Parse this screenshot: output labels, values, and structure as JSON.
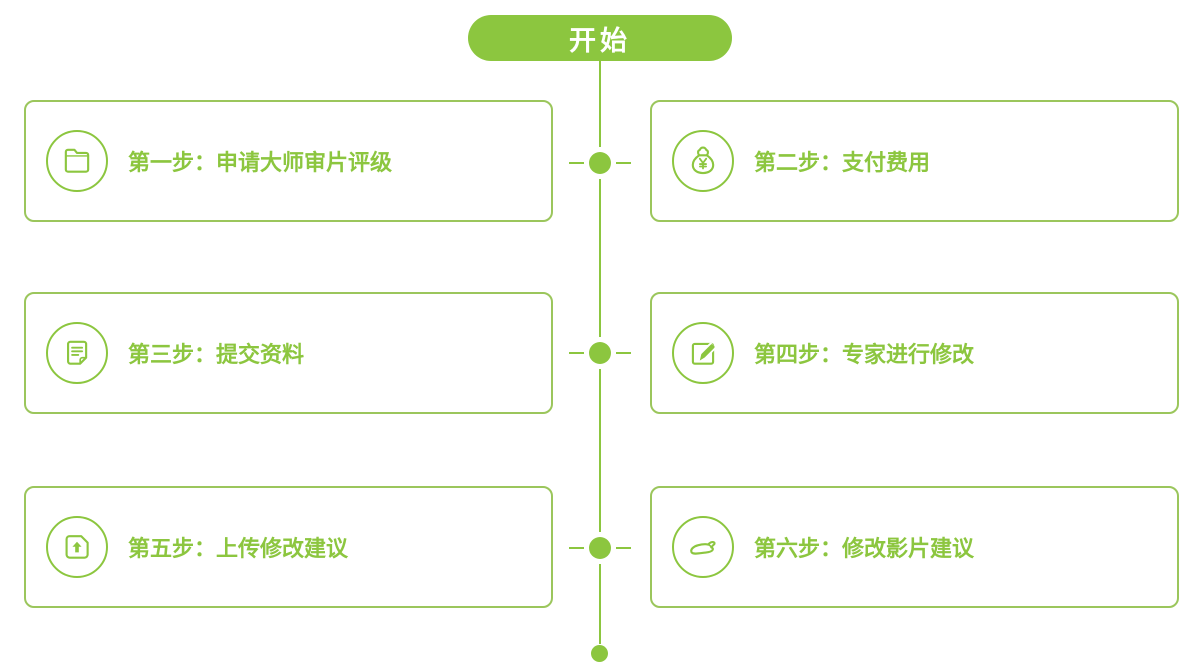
{
  "colors": {
    "green": "#8CC63F",
    "card_border": "#9BC65C",
    "start_text": "#ffffff",
    "background": "#ffffff"
  },
  "start": {
    "label": "开始"
  },
  "steps": [
    {
      "id": 1,
      "icon": "folder-icon",
      "label": "第一步：申请大师审片评级",
      "side": "left"
    },
    {
      "id": 2,
      "icon": "money-bag-icon",
      "label": "第二步：支付费用",
      "side": "right"
    },
    {
      "id": 3,
      "icon": "document-icon",
      "label": "第三步：提交资料",
      "side": "left"
    },
    {
      "id": 4,
      "icon": "edit-icon",
      "label": "第四步：专家进行修改",
      "side": "right"
    },
    {
      "id": 5,
      "icon": "upload-icon",
      "label": "第五步：上传修改建议",
      "side": "left"
    },
    {
      "id": 6,
      "icon": "hand-icon",
      "label": "第六步：修改影片建议",
      "side": "right"
    }
  ],
  "connector": {
    "node_count": 3,
    "end_terminal": "dot"
  }
}
